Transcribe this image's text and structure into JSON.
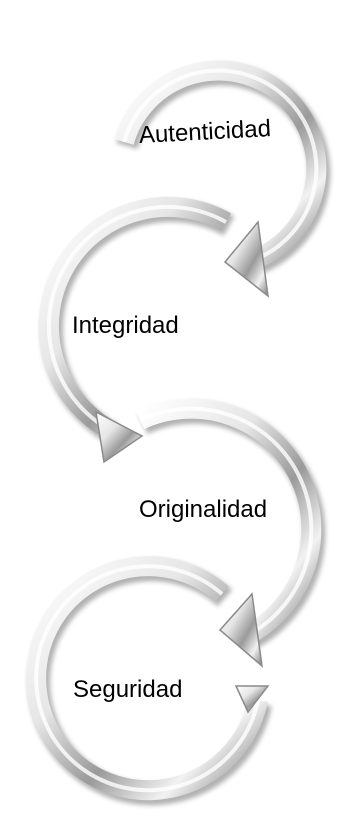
{
  "steps": [
    {
      "label": "Autenticidad"
    },
    {
      "label": "Integridad"
    },
    {
      "label": "Originalidad"
    },
    {
      "label": "Seguridad"
    }
  ],
  "colors": {
    "ring_light": "#ffffff",
    "ring_mid": "#d8d8d8",
    "ring_dark": "#7a7a7a",
    "shadow": "#3a3a3a",
    "text": "#000000"
  }
}
